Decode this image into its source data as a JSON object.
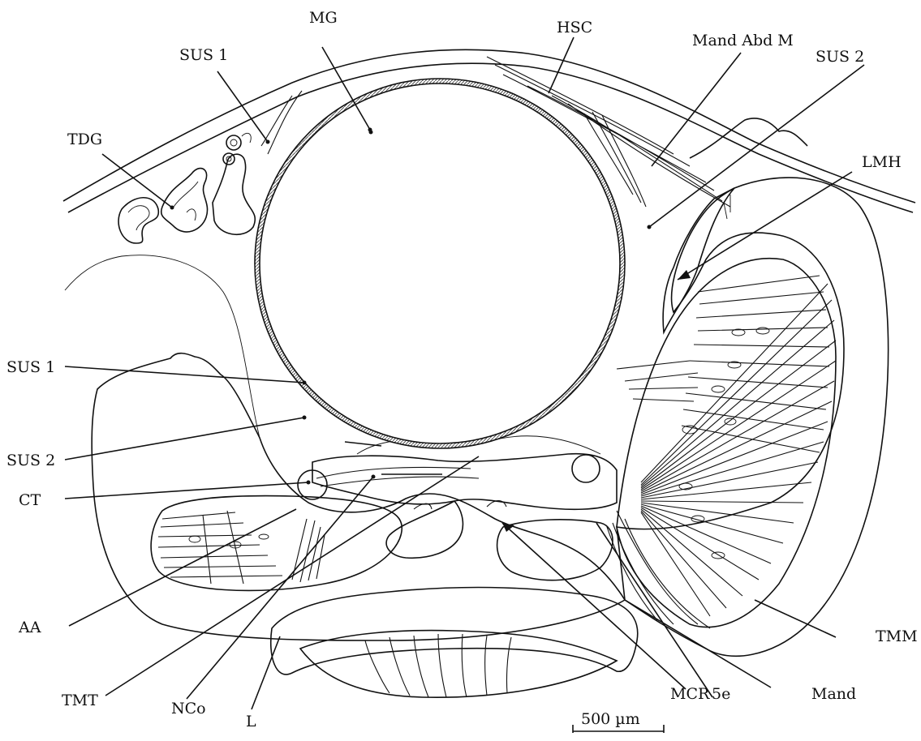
{
  "figure": {
    "labels": {
      "mg": "MG",
      "hsc": "HSC",
      "mand_abd_m": "Mand Abd M",
      "sus2_top": "SUS 2",
      "sus1_top": "SUS 1",
      "tdg": "TDG",
      "lmh": "LMH",
      "sus1_left": "SUS 1",
      "sus2_left": "SUS 2",
      "ct": "CT",
      "aa": "AA",
      "tmt": "TMT",
      "nco": "NCo",
      "l": "L",
      "mcr": "MCR",
      "fifth_e": "5e",
      "mand": "Mand",
      "tmm": "TMM"
    },
    "scale_bar": "500 µm"
  }
}
